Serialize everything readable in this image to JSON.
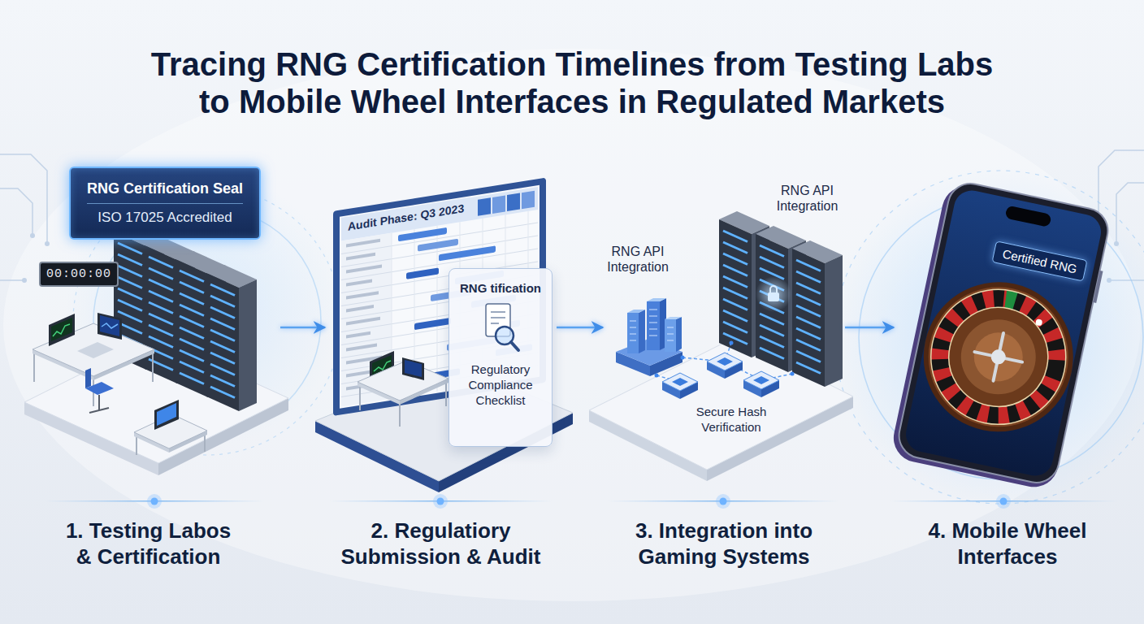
{
  "diagram": {
    "title": "Tracing RNG Certification Timelines from Testing Labs to Mobile Wheel Interfaces in Regulated Markets",
    "nodes": [
      {
        "text": [
          "1. Testing Labos & Certification"
        ]
      },
      {
        "text": [
          "RNG Certification Seal",
          "ISO 17025 Accredited"
        ],
        "in": 0
      },
      {
        "text": [
          "00:00:00"
        ],
        "in": 0
      },
      {
        "text": [
          "2. Regulatiory Submission & Audit"
        ]
      },
      {
        "text": [
          "Audit Phase: Q3 2023"
        ],
        "in": 3
      },
      {
        "text": [
          "RNG tification",
          "Regulatory Compliance Checklist"
        ],
        "in": 3
      },
      {
        "text": [
          "3. Integration into Gaming Systems"
        ]
      },
      {
        "text": [
          "4. Mobile Wheel Interfaces"
        ]
      },
      {
        "text": [
          "Certified RNG"
        ],
        "in": 7
      }
    ],
    "edges": [
      {
        "from": 0,
        "to": 3,
        "arrow": "to"
      },
      {
        "from": 3,
        "to": 6,
        "arrow": "to"
      },
      {
        "from": 6,
        "to": 7,
        "arrow": "to"
      }
    ],
    "labels": [
      "RNG API Integration",
      "RNG API Integration",
      "Secure Hash Verification"
    ]
  }
}
